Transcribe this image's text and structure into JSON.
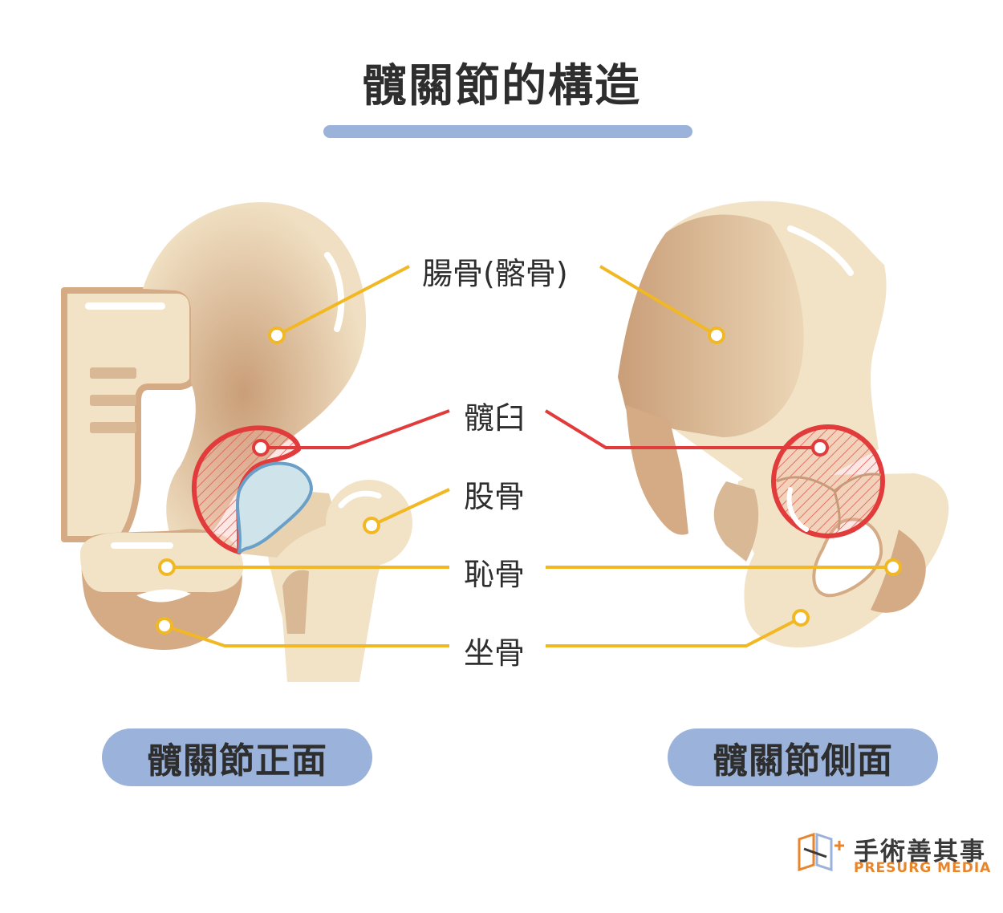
{
  "title": "髖關節的構造",
  "labels": {
    "ilium": "腸骨(髂骨)",
    "acetabulum": "髖臼",
    "femur": "股骨",
    "pubis": "恥骨",
    "ischium": "坐骨"
  },
  "views": {
    "front": "髖關節正面",
    "side": "髖關節側面"
  },
  "brand": {
    "name_cn": "手術善其事",
    "name_en": "PRESURG MEDIA"
  },
  "colors": {
    "bone": "#f2e3c7",
    "bone_shadow": "#d4ab84",
    "outline_yellow": "#f2b823",
    "outline_red": "#e23b3b",
    "accent_blue": "#9bb3da",
    "cartilage": "#cfe3ea",
    "brand_orange": "#e8842a"
  }
}
